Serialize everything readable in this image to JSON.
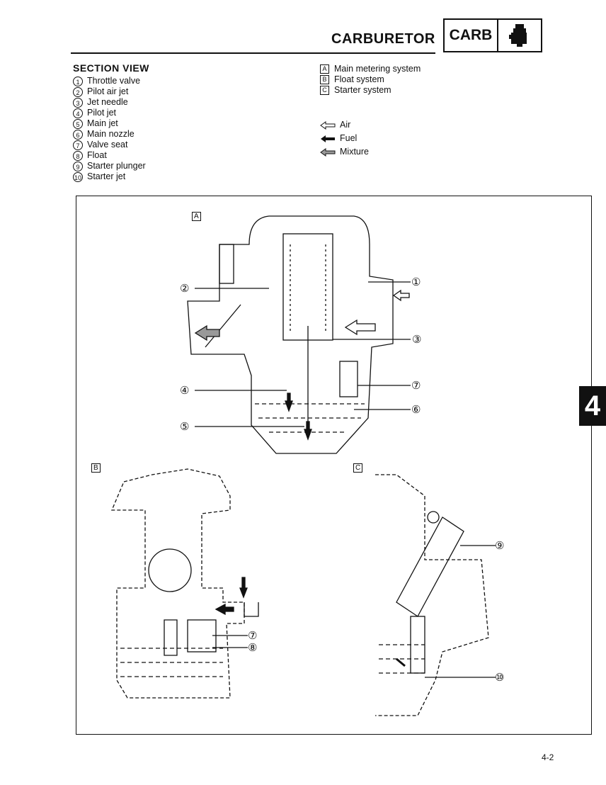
{
  "header": {
    "title": "CARBURETOR",
    "badge_text": "CARB",
    "badge_icon": "carburetor-icon"
  },
  "section_view": {
    "heading": "SECTION VIEW",
    "parts": [
      {
        "num": "1",
        "label": "Throttle valve"
      },
      {
        "num": "2",
        "label": "Pilot air jet"
      },
      {
        "num": "3",
        "label": "Jet needle"
      },
      {
        "num": "4",
        "label": "Pilot jet"
      },
      {
        "num": "5",
        "label": "Main jet"
      },
      {
        "num": "6",
        "label": "Main nozzle"
      },
      {
        "num": "7",
        "label": "Valve seat"
      },
      {
        "num": "8",
        "label": "Float"
      },
      {
        "num": "9",
        "label": "Starter plunger"
      },
      {
        "num": "10",
        "label": "Starter jet"
      }
    ]
  },
  "systems": [
    {
      "key": "A",
      "label": "Main metering system"
    },
    {
      "key": "B",
      "label": "Float system"
    },
    {
      "key": "C",
      "label": "Starter system"
    }
  ],
  "flows": [
    {
      "icon": "air-arrow-icon",
      "label": "Air"
    },
    {
      "icon": "fuel-arrow-icon",
      "label": "Fuel"
    },
    {
      "icon": "mixture-arrow-icon",
      "label": "Mixture"
    }
  ],
  "diagram": {
    "panel_a": "A",
    "panel_b": "B",
    "panel_c": "C",
    "callouts": {
      "c1": "①",
      "c2": "②",
      "c3": "③",
      "c4": "④",
      "c5": "⑤",
      "c6": "⑥",
      "c7a": "⑦",
      "c7b": "⑦",
      "c8": "⑧",
      "c9": "⑨",
      "c10": "⑩"
    }
  },
  "chapter_tab": "4",
  "page_number": "4-2"
}
